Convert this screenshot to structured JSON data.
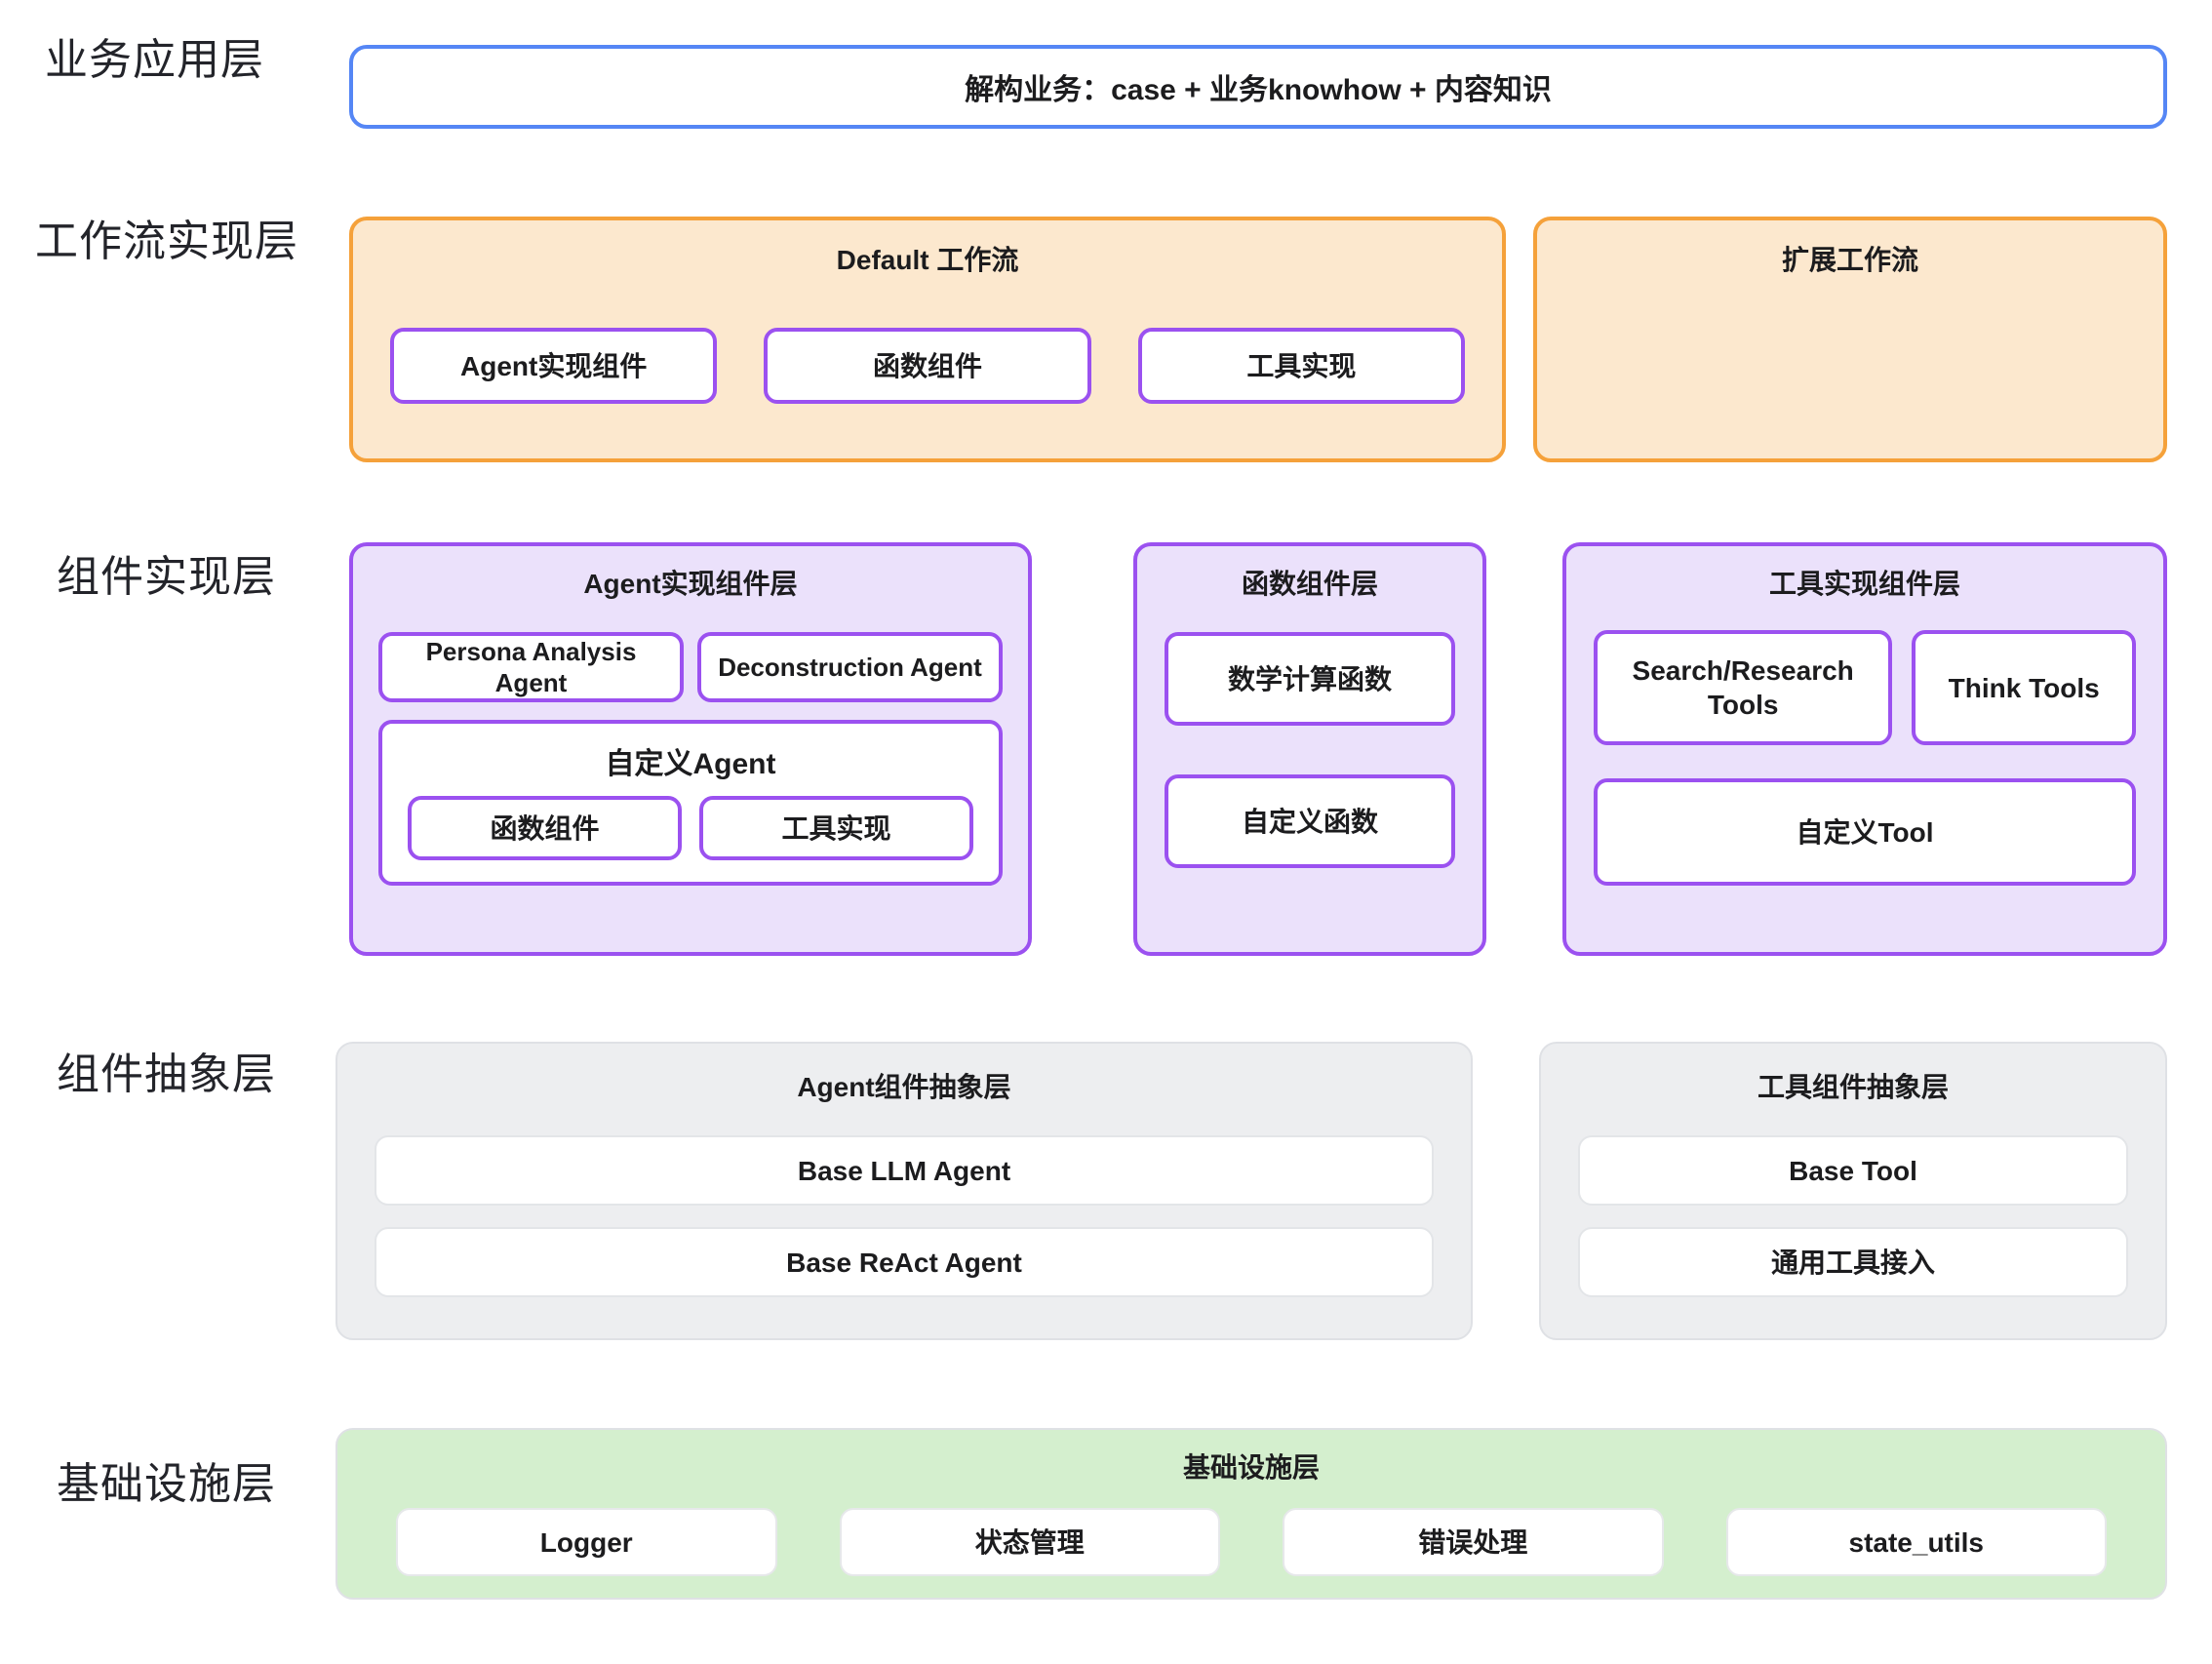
{
  "layers": [
    {
      "label": "业务应用层"
    },
    {
      "label": "工作流实现层"
    },
    {
      "label": "组件实现层"
    },
    {
      "label": "组件抽象层"
    },
    {
      "label": "基础设施层"
    }
  ],
  "business_layer": {
    "box_text": "解构业务：case + 业务knowhow + 内容知识"
  },
  "workflow_layer": {
    "default_workflow": {
      "title": "Default 工作流",
      "nodes": [
        {
          "label": "Agent实现组件"
        },
        {
          "label": "函数组件"
        },
        {
          "label": "工具实现"
        }
      ]
    },
    "extended_workflow": {
      "title": "扩展工作流",
      "nodes": []
    }
  },
  "component_layer": {
    "agent_group": {
      "title": "Agent实现组件层",
      "agents": [
        {
          "label": "Persona Analysis Agent"
        },
        {
          "label": "Deconstruction Agent"
        }
      ],
      "custom_agent": {
        "title": "自定义Agent",
        "nodes": [
          {
            "label": "函数组件"
          },
          {
            "label": "工具实现"
          }
        ]
      }
    },
    "function_group": {
      "title": "函数组件层",
      "nodes": [
        {
          "label": "数学计算函数"
        },
        {
          "label": "自定义函数"
        }
      ]
    },
    "tool_group": {
      "title": "工具实现组件层",
      "top_nodes": [
        {
          "label": "Search/Research Tools"
        },
        {
          "label": "Think Tools"
        }
      ],
      "custom_tool": {
        "label": "自定义Tool"
      }
    }
  },
  "abstraction_layer": {
    "agent_group": {
      "title": "Agent组件抽象层",
      "nodes": [
        {
          "label": "Base LLM Agent"
        },
        {
          "label": "Base ReAct Agent"
        }
      ]
    },
    "tool_group": {
      "title": "工具组件抽象层",
      "nodes": [
        {
          "label": "Base Tool"
        },
        {
          "label": "通用工具接入"
        }
      ]
    }
  },
  "infrastructure_layer": {
    "title": "基础设施层",
    "nodes": [
      {
        "label": "Logger"
      },
      {
        "label": "状态管理"
      },
      {
        "label": "错误处理"
      },
      {
        "label": "state_utils"
      }
    ]
  },
  "colors": {
    "business_border": "#5586f5",
    "workflow_border": "#f5a13a",
    "workflow_fill": "#fce8ce",
    "component_border": "#9b51f0",
    "component_fill": "#ebe1fb",
    "abstraction_border": "#dfe1e5",
    "abstraction_fill": "#edeef0",
    "infrastructure_fill": "#d4efce",
    "text": "#1c1c1e"
  }
}
